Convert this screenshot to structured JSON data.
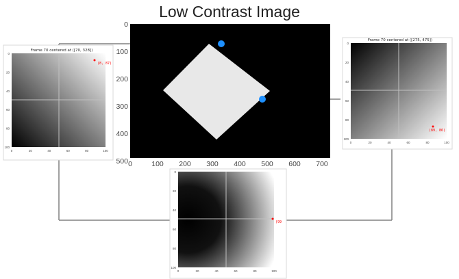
{
  "title": "Low Contrast Image",
  "colors": {
    "connector": "#808080",
    "marker": "#1e90ff",
    "crosshair": "#c0c0c0",
    "point": "#ff0000",
    "point_label": "#ff0000",
    "main_bg": "#000000",
    "diamond": "#e8e8e8",
    "axis_text": "#444444"
  },
  "main_plot": {
    "x_ticks": [
      "0",
      "100",
      "200",
      "300",
      "400",
      "500",
      "600",
      "700"
    ],
    "y_ticks": [
      "0",
      "100",
      "200",
      "300",
      "400",
      "500"
    ]
  },
  "panels": {
    "left": {
      "title": "Frame 70 centered at ([70, 328])",
      "point_label": "(8, 87)",
      "x_ticks": [
        "0",
        "20",
        "40",
        "60",
        "80",
        "100"
      ],
      "y_ticks": [
        "0",
        "20",
        "40",
        "60",
        "80",
        "100"
      ]
    },
    "right": {
      "title": "Frame 70 centered at ([275, 475])",
      "point_label": "(89, 86)",
      "x_ticks": [
        "0",
        "20",
        "40",
        "60",
        "80",
        "100"
      ],
      "y_ticks": [
        "0",
        "20",
        "40",
        "60",
        "80",
        "100"
      ]
    },
    "bottom": {
      "title": "",
      "point_label": "(99",
      "x_ticks": [
        "0",
        "20",
        "40",
        "60",
        "80",
        "100"
      ],
      "y_ticks": [
        "0",
        "20",
        "40",
        "60",
        "80",
        "100"
      ]
    }
  }
}
